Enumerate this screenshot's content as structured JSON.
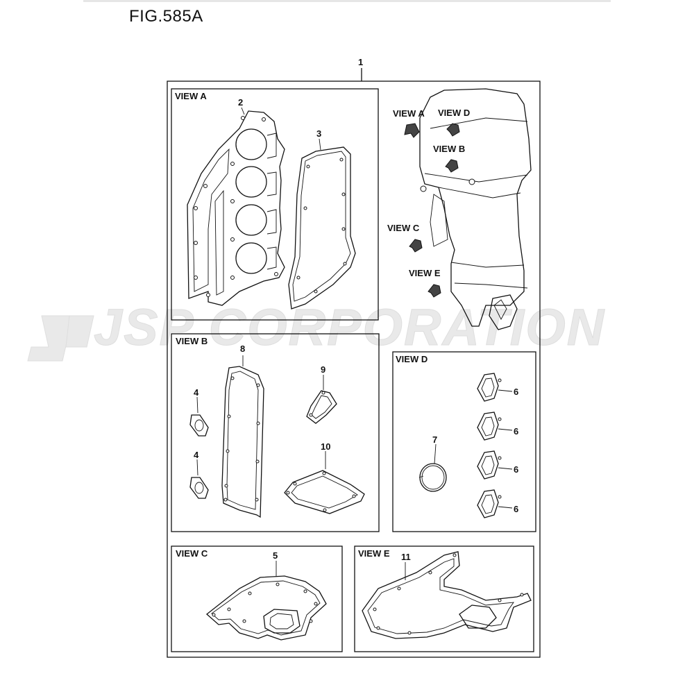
{
  "figure": {
    "title": "FIG.585A"
  },
  "watermark": {
    "text": "JSP CORPORATION"
  },
  "assembly": {
    "kit_number": "1"
  },
  "views": {
    "view_a": {
      "label": "VIEW A",
      "parts": [
        "2",
        "3"
      ]
    },
    "view_b": {
      "label": "VIEW B",
      "parts": [
        "8",
        "9",
        "4",
        "4",
        "10"
      ]
    },
    "view_c": {
      "label": "VIEW C",
      "parts": [
        "5"
      ]
    },
    "view_d": {
      "label": "VIEW D",
      "parts": [
        "7",
        "6",
        "6",
        "6",
        "6"
      ]
    },
    "view_e": {
      "label": "VIEW E",
      "parts": [
        "11"
      ]
    }
  },
  "engine_callouts": [
    "VIEW A",
    "VIEW D",
    "VIEW B",
    "VIEW C",
    "VIEW E"
  ]
}
